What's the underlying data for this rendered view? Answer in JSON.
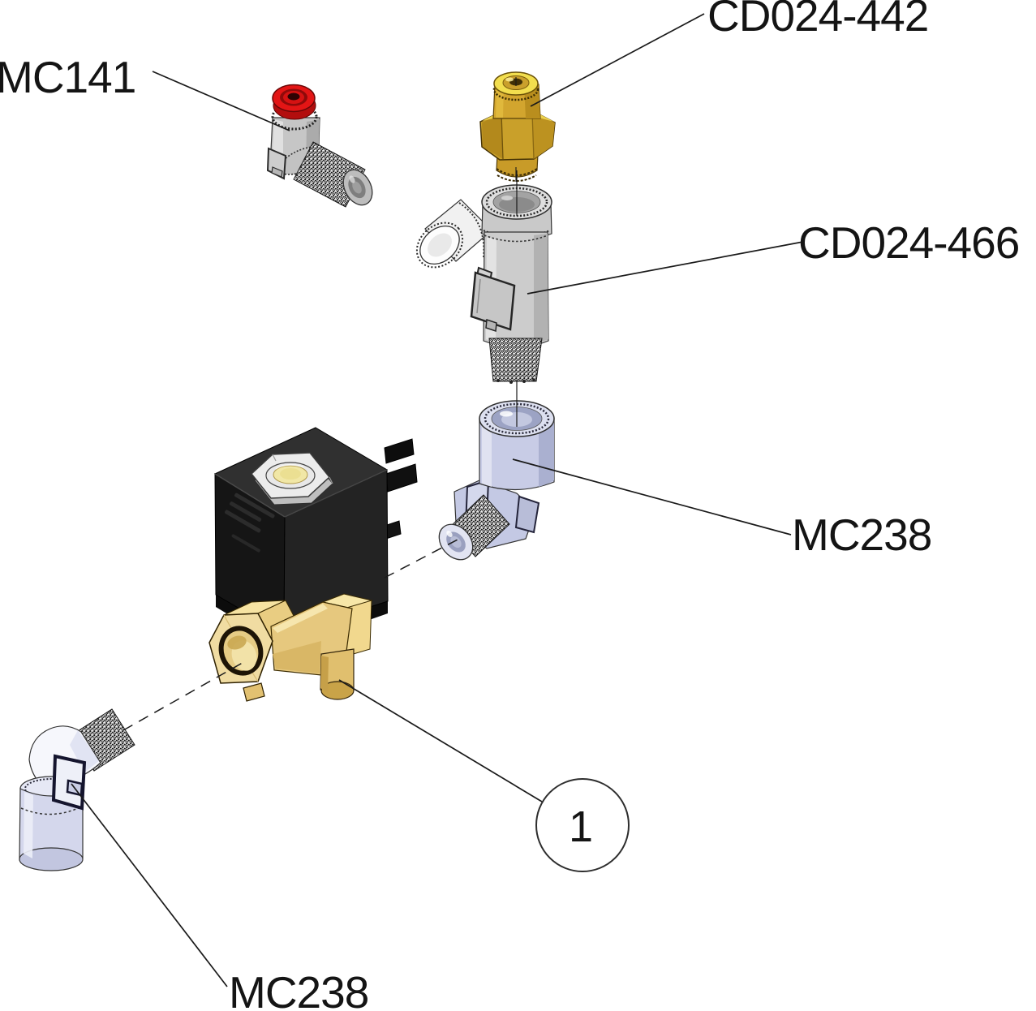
{
  "diagram": {
    "title": "solenoid-valve-exploded-assembly",
    "labels": {
      "mc141": "MC141",
      "cd024_442": "CD024-442",
      "cd024_466": "CD024-466",
      "mc238_right": "MC238",
      "mc238_bottom": "MC238"
    },
    "balloon": {
      "number": "1"
    },
    "parts": [
      {
        "name": "push-fit-elbow-red-collar",
        "label": "MC141"
      },
      {
        "name": "brass-straight-connector",
        "label": "CD024-442"
      },
      {
        "name": "gray-tee-adapter",
        "label": "CD024-466"
      },
      {
        "name": "push-fit-elbow-upper",
        "label": "MC238"
      },
      {
        "name": "solenoid-valve-assembly",
        "label": "1"
      },
      {
        "name": "push-fit-elbow-lower",
        "label": "MC238"
      }
    ],
    "colors": {
      "line": "#1a1a1a",
      "label_text": "#141414",
      "red_collar": "#e31515",
      "brass_fitting": "#d2a52e",
      "valve_body_brass": "#f0dca2",
      "lavender_fitting": "#c8cce6",
      "gray_fitting": "#cccccc",
      "coil_black": "#1a1a1a",
      "background": "#ffffff"
    }
  }
}
